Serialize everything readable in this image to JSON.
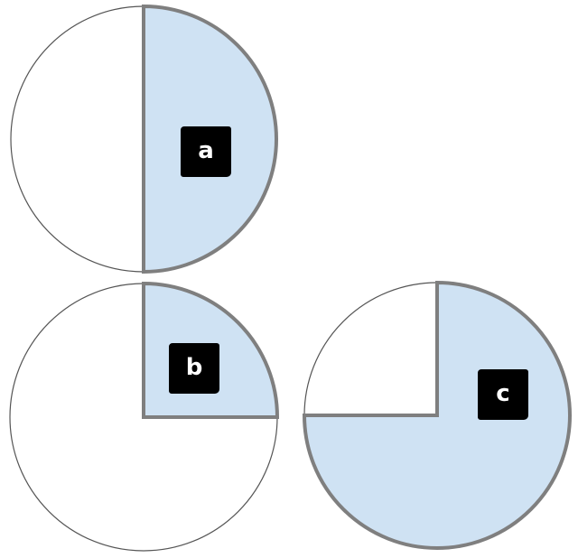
{
  "colors": {
    "shaded_fill": "#cfe2f3",
    "unshaded_fill": "#ffffff",
    "thin_outline": "#555555",
    "thick_outline": "#7f7f7f",
    "label_bg": "#000000",
    "label_text": "#ffffff"
  },
  "figures": [
    {
      "id": "a",
      "label": "a",
      "shape": "circle",
      "shaded_fraction": "1/2",
      "shaded_region": "right half"
    },
    {
      "id": "b",
      "label": "b",
      "shape": "circle",
      "shaded_fraction": "1/4",
      "shaded_region": "upper-right quarter"
    },
    {
      "id": "c",
      "label": "c",
      "shape": "circle",
      "shaded_fraction": "3/4",
      "shaded_region": "all except upper-left quarter"
    }
  ]
}
